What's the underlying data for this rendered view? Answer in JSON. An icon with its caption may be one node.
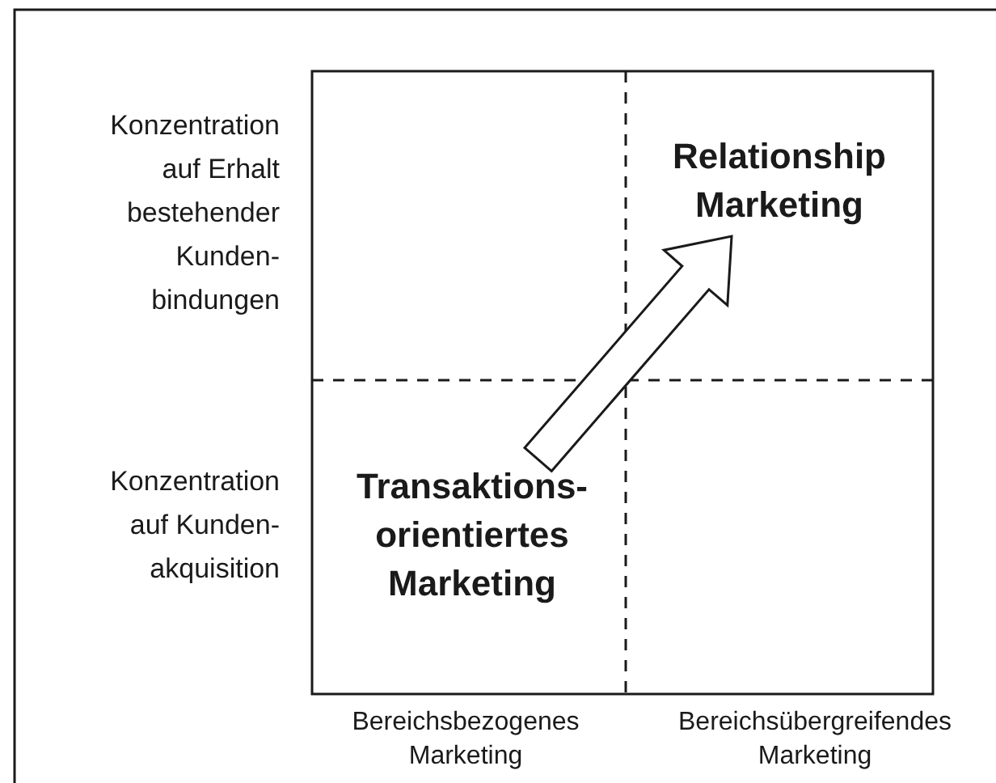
{
  "diagram": {
    "nodes": [
      {
        "text": [
          "Transaktions- orientiertes Marketing"
        ]
      },
      {
        "text": [
          "Relationship Marketing"
        ]
      }
    ],
    "edges": [
      {
        "from": 0,
        "to": 1,
        "arrow": "to",
        "style": "thick"
      }
    ],
    "labels": [
      "Konzentration auf Erhalt bestehender Kunden- bindungen",
      "Konzentration auf Kunden- akquisition",
      "Bereichsbezogenes Marketing",
      "Bereichsübergreifendes Marketing"
    ]
  }
}
